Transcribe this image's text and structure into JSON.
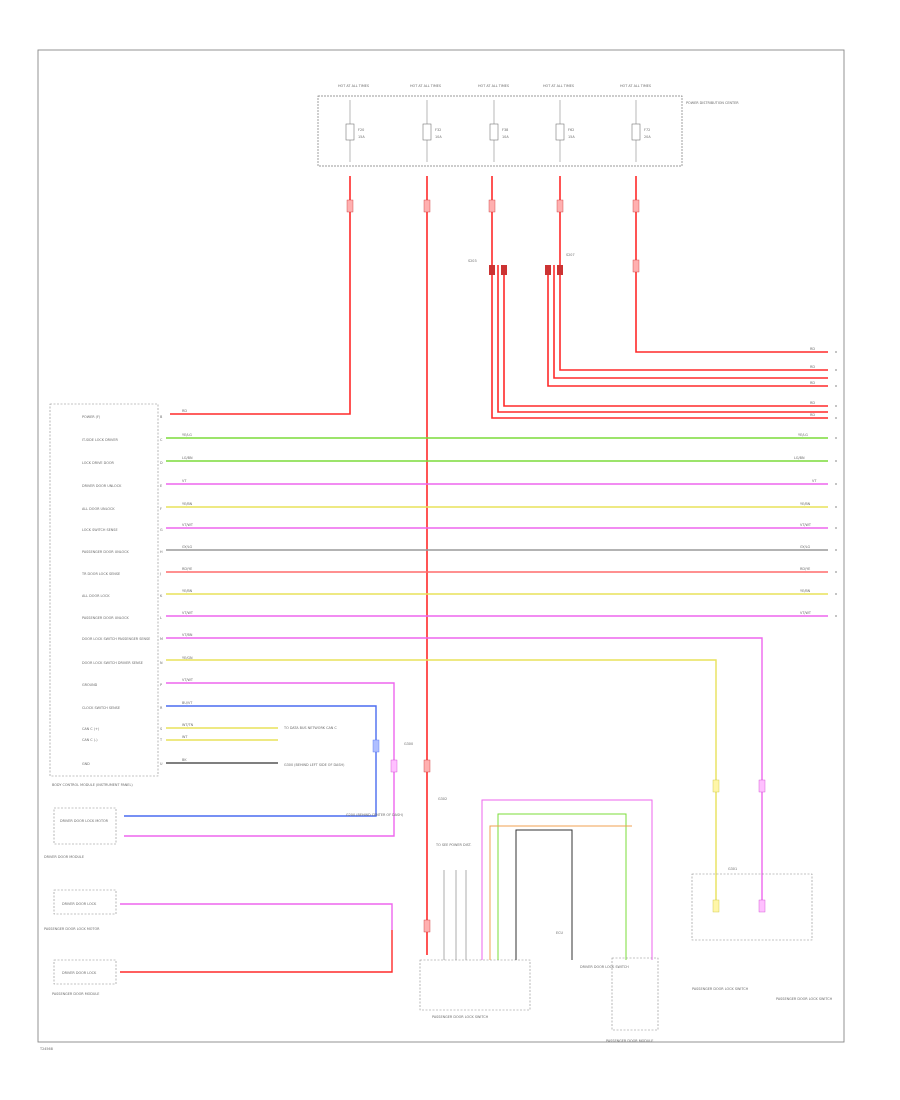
{
  "diagram": {
    "page_code": "T24568",
    "colors": {
      "red": "#ff2a2a",
      "pink": "#ff6b6b",
      "green": "#7bdc3a",
      "magenta": "#ee66ee",
      "yellow": "#e8e25a",
      "blue": "#4a6cf0",
      "gray": "#9a9a9a",
      "black": "#333333",
      "orange": "#f0a050",
      "line": "#888888"
    },
    "fuse_box": {
      "label": "POWER DISTRIBUTION CENTER",
      "fuses": [
        {
          "header": "HOT AT ALL TIMES",
          "name": "F20",
          "rating": "15A"
        },
        {
          "header": "HOT AT ALL TIMES",
          "name": "F32",
          "rating": "10A"
        },
        {
          "header": "HOT AT ALL TIMES",
          "name": "F38",
          "rating": "10A"
        },
        {
          "header": "HOT AT ALL TIMES",
          "name": "F62",
          "rating": "15A"
        },
        {
          "header": "HOT AT ALL TIMES",
          "name": "F72",
          "rating": "20A"
        }
      ]
    },
    "splices": [
      "S203",
      "S207"
    ],
    "bcm": {
      "label": "BODY CONTROL MODULE (INSTRUMENT PANEL)",
      "pins": [
        {
          "name": "POWER (F)",
          "wire": "RD",
          "cavity": "B"
        },
        {
          "name": "IT-SIDE LOCK DRIVER",
          "wire": "YE/LG",
          "cavity": "C"
        },
        {
          "name": "LOCK DRIVE DOOR",
          "wire": "LG/BN",
          "cavity": "D"
        },
        {
          "name": "DRIVER DOOR UNLOCK",
          "wire": "VT",
          "cavity": "E"
        },
        {
          "name": "ALL DOOR UNLOCK",
          "wire": "YE/BN",
          "cavity": "F"
        },
        {
          "name": "LOCK SWITCH SENSE",
          "wire": "VT/WT",
          "cavity": "G"
        },
        {
          "name": "PASSENGER DOOR UNLOCK",
          "wire": "GY/LG",
          "cavity": "H"
        },
        {
          "name": "TR DOOR LOCK SENSE",
          "wire": "RD/YE",
          "cavity": "J"
        },
        {
          "name": "ALL DOOR LOCK",
          "wire": "YE/BN",
          "cavity": "K"
        },
        {
          "name": "PASSENGER DOOR UNLOCK",
          "wire": "VT/WT",
          "cavity": "L"
        },
        {
          "name": "DOOR LOCK SWITCH PASSENGER SENSE",
          "wire": "VT/BN",
          "cavity": "M"
        },
        {
          "name": "DOOR LOCK SWITCH DRIVER SENSE",
          "wire": "YE/GN",
          "cavity": "N"
        },
        {
          "name": "GROUND",
          "wire": "VT/WT",
          "cavity": "P"
        },
        {
          "name": "CLOCK SWITCH SENSE",
          "wire": "BU/VT",
          "cavity": "R"
        },
        {
          "name": "CAN C (+)",
          "wire": "WT/TN",
          "cavity": "S"
        },
        {
          "name": "CAN C (-)",
          "wire": "WT",
          "cavity": "T"
        },
        {
          "name": "GND",
          "wire": "BK",
          "cavity": "U"
        }
      ]
    },
    "right_refs": [
      "RD",
      "RD",
      "RD",
      "RD",
      "RD",
      "YE/LG",
      "LG/BN",
      "VT",
      "YE/BN",
      "VT/WT",
      "GY/LG",
      "RD/YE",
      "YE/BN",
      "VT/WT"
    ],
    "notes": {
      "data_bus": "TO DATA BUS NETWORK CAN C",
      "ground": "G300 (BEHIND LEFT SIDE OF DASH)",
      "ground2": "G200 (BEHIND CENTER OF DASH)",
      "g300": "G300",
      "g301": "G301",
      "g302": "G302",
      "to_see": "TO SEE POWER DIST.",
      "driver_switch": "DRIVER DOOR LOCK SWITCH",
      "ecu": "ECU",
      "pds_switch": "PASSENGER DOOR LOCK SWITCH"
    },
    "components": {
      "driver_lock": "DRIVER DOOR LOCK MOTOR",
      "pass_lock": "PASSENGER DOOR LOCK MOTOR",
      "driver_module": "DRIVER DOOR MODULE",
      "pass_module": "PASSENGER DOOR MODULE",
      "pass_switch_box": "PASSENGER DOOR LOCK SWITCH",
      "driver_module_small": "DRIVER DOOR LOCK",
      "pass_door_lock_switch": "PASSENGER DOOR LOCK SWITCH"
    }
  }
}
